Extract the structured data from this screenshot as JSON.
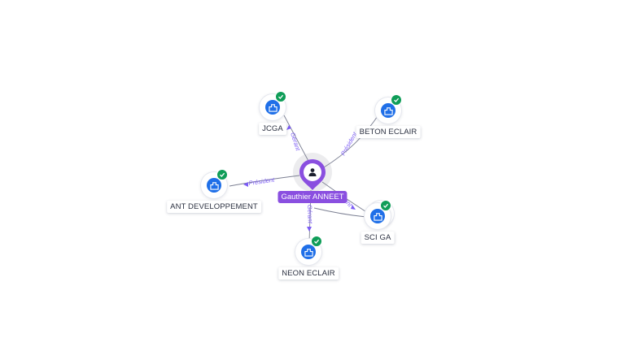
{
  "center_person": {
    "name": "Gauthier ANNEET",
    "icon": "person-icon",
    "color": "#8a4fe0"
  },
  "companies": [
    {
      "id": "jcga",
      "name": "JCGA",
      "icon": "building-icon",
      "verified": true
    },
    {
      "id": "beton",
      "name": "BETON ECLAIR",
      "icon": "building-icon",
      "verified": true
    },
    {
      "id": "ant",
      "name": "ANT DEVELOPPEMENT",
      "icon": "building-icon",
      "verified": true
    },
    {
      "id": "sci",
      "name": "SCI GA",
      "icon": "building-icon",
      "verified": true
    },
    {
      "id": "neon",
      "name": "NEON ECLAIR",
      "icon": "building-icon",
      "verified": true
    }
  ],
  "relations": [
    {
      "to": "jcga",
      "label": "Gérant"
    },
    {
      "to": "beton",
      "label": "Président"
    },
    {
      "to": "ant",
      "label": "Président"
    },
    {
      "to": "sci",
      "label": "Gérant"
    },
    {
      "to": "neon",
      "label": "Gérant"
    }
  ],
  "colors": {
    "company_icon": "#1f6fe8",
    "verified": "#0f9d58",
    "edge_label": "#7c5cf5",
    "edge": "#7b7f92"
  }
}
